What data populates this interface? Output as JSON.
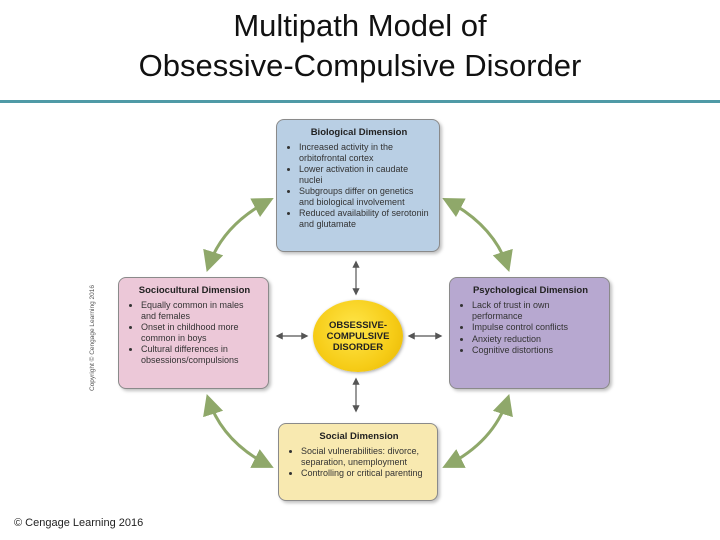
{
  "title": {
    "line1": "Multipath Model of",
    "line2": "Obsessive-Compulsive Disorder"
  },
  "center_label": "OBSESSIVE-COMPULSIVE DISORDER",
  "biological": {
    "heading": "Biological Dimension",
    "items": [
      "Increased activity in the orbitofrontal cortex",
      "Lower activation in caudate nuclei",
      "Subgroups differ on genetics and biological involvement",
      "Reduced availability of serotonin and glutamate"
    ]
  },
  "sociocultural": {
    "heading": "Sociocultural Dimension",
    "items": [
      "Equally common in males and females",
      "Onset in childhood more common in boys",
      "Cultural differences in obsessions/compulsions"
    ]
  },
  "psychological": {
    "heading": "Psychological Dimension",
    "items": [
      "Lack of trust in own performance",
      "Impulse control conflicts",
      "Anxiety reduction",
      "Cognitive distortions"
    ]
  },
  "social": {
    "heading": "Social Dimension",
    "items": [
      "Social vulnerabilities: divorce, separation, unemployment",
      "Controlling or critical parenting"
    ]
  },
  "side_copyright": "Copyright © Cengage Learning 2016",
  "footer": "© Cengage Learning 2016",
  "colors": {
    "rule": "#4f9aa6",
    "arrow": "#8fa86a",
    "biological": "#b9cfe4",
    "sociocultural": "#ecc8d8",
    "psychological": "#b7a8d0",
    "social": "#f8e9b0",
    "center": "#f6cc17"
  }
}
